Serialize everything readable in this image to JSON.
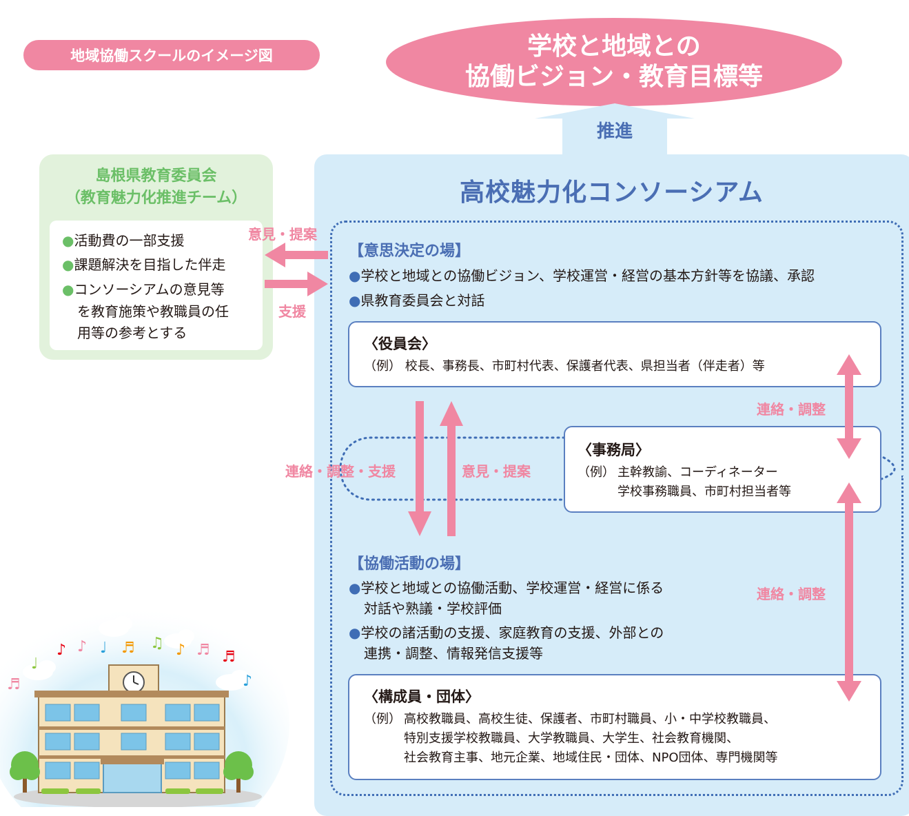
{
  "title_pill": "地域協働スクールのイメージ図",
  "vision": {
    "line1": "学校と地域との",
    "line2": "協働ビジョン・教育目標等"
  },
  "promote_label": "推進",
  "consortium": {
    "title": "高校魅力化コンソーシアム",
    "decision": {
      "heading": "【意思決定の場】",
      "bullets": [
        "学校と地域との協働ビジョン、学校運営・経営の基本方針等を協議、承認",
        "県教育委員会と対話"
      ]
    },
    "board": {
      "title": "〈役員会〉",
      "example_prefix": "（例）",
      "example": "校長、事務長、市町村代表、保護者代表、県担当者（伴走者）等"
    },
    "office": {
      "title": "〈事務局〉",
      "example_prefix": "（例）",
      "line1": "主幹教諭、コーディネーター",
      "line2": "学校事務職員、市町村担当者等"
    },
    "collab": {
      "heading": "【協働活動の場】",
      "bullet1_line1": "学校と地域との協働活動、学校運営・経営に係る",
      "bullet1_line2": "対話や熟議・学校評価",
      "bullet2_line1": "学校の諸活動の支援、家庭教育の支援、外部との",
      "bullet2_line2": "連携・調整、情報発信支援等"
    },
    "members": {
      "title": "〈構成員・団体〉",
      "example_prefix": "（例）",
      "line1": "高校教職員、高校生徒、保護者、市町村職員、小・中学校教職員、",
      "line2": "特別支援学校教職員、大学教職員、大学生、社会教育機関、",
      "line3": "社会教育主事、地元企業、地域住民・団体、NPO団体、専門機関等"
    },
    "arrows": {
      "down_label": "連絡・調整・支援",
      "up_label": "意見・提案",
      "right_top_label": "連絡・調整",
      "right_bottom_label": "連絡・調整"
    }
  },
  "board_of_ed": {
    "title_line1": "島根県教育委員会",
    "title_line2": "（教育魅力化推進チーム）",
    "items": [
      "活動費の一部支援",
      "課題解決を目指した伴走"
    ],
    "item3_line1": "コンソーシアムの意見等",
    "item3_line2": "を教育施策や教職員の任",
    "item3_line3": "用等の参考とする"
  },
  "side_arrows": {
    "opinion_label": "意見・提案",
    "support_label": "支援"
  },
  "colors": {
    "pink": "#f087a2",
    "blue": "#4a6eb3",
    "light_blue": "#d6ecf9",
    "green": "#6bbf67"
  }
}
